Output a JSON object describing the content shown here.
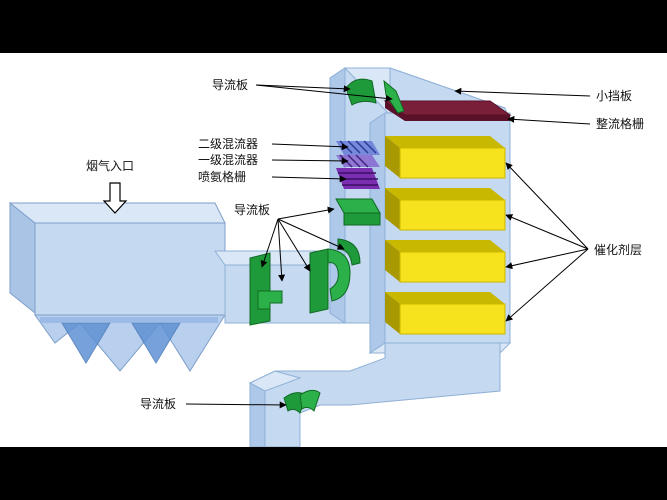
{
  "labels": {
    "deflector_top": "导流板",
    "small_baffle": "小挡板",
    "flow_grid": "整流格栅",
    "mixer_2": "二级混流器",
    "mixer_1": "一级混流器",
    "ammonia_grid": "喷氨格栅",
    "flue_inlet": "烟气入口",
    "deflector_mid": "导流板",
    "catalyst_layer": "催化剂层",
    "deflector_bottom": "导流板"
  },
  "colors": {
    "duct_fill": "#c5d9f1",
    "duct_stroke": "#8fb0d6",
    "catalyst_yellow": "#f7e31d",
    "catalyst_dark": "#b8a800",
    "deflector_green": "#1f9a3a",
    "mixer_purple": "#6a2ca0",
    "grid_maroon": "#7a1f3a"
  }
}
